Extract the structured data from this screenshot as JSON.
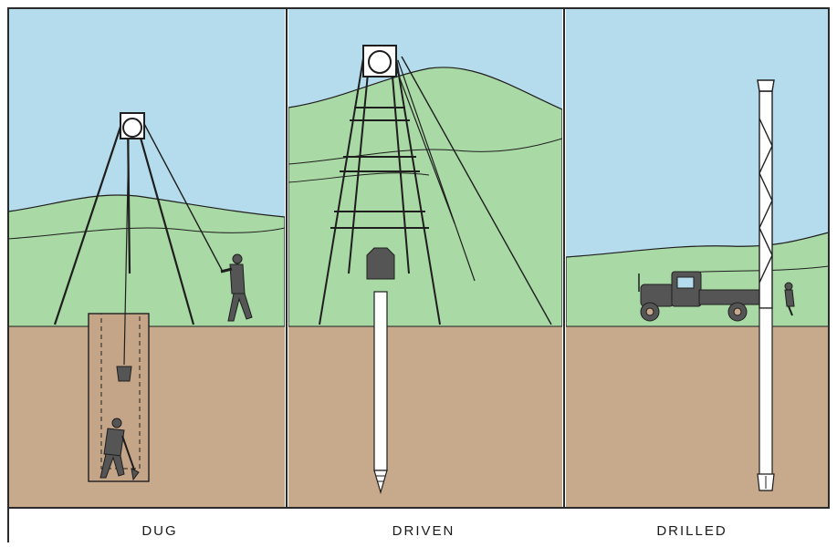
{
  "panels": [
    {
      "label": "DUG"
    },
    {
      "label": "DRIVEN"
    },
    {
      "label": "DRILLED"
    }
  ],
  "colors": {
    "sky": "#b5dcec",
    "hills": "#a9d9a4",
    "ground": "#c7a98c",
    "line": "#1e1e1e",
    "frame": "#2a2a2a",
    "figure": "#555555",
    "pipe": "#ffffff"
  }
}
